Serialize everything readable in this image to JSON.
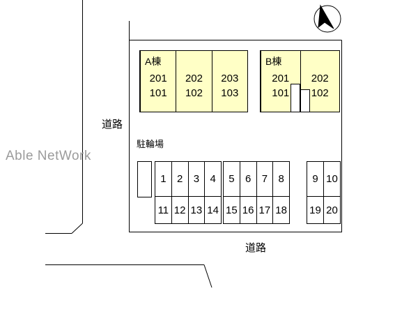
{
  "watermark": "Able NetWork",
  "labels": {
    "road_left": "道路",
    "road_bottom": "道路",
    "bicycle_parking": "駐輪場"
  },
  "colors": {
    "building_fill": "#FFFFC6",
    "line": "#000000",
    "watermark_gray": "#9B9B9B"
  },
  "icons": {
    "compass": "north-arrow"
  },
  "buildings": {
    "a": {
      "name": "A棟",
      "units": [
        {
          "upper": "201",
          "lower": "101"
        },
        {
          "upper": "202",
          "lower": "102"
        },
        {
          "upper": "203",
          "lower": "103"
        }
      ]
    },
    "b": {
      "name": "B棟",
      "units": [
        {
          "upper": "201",
          "lower": "101"
        },
        {
          "upper": "202",
          "lower": "102"
        }
      ]
    }
  },
  "parking": {
    "groups": [
      {
        "top": [
          "1",
          "2",
          "3",
          "4"
        ],
        "bottom": [
          "11",
          "12",
          "13",
          "14"
        ]
      },
      {
        "top": [
          "5",
          "6",
          "7",
          "8"
        ],
        "bottom": [
          "15",
          "16",
          "17",
          "18"
        ]
      },
      {
        "top": [
          "9",
          "10"
        ],
        "bottom": [
          "19",
          "20"
        ]
      }
    ]
  }
}
